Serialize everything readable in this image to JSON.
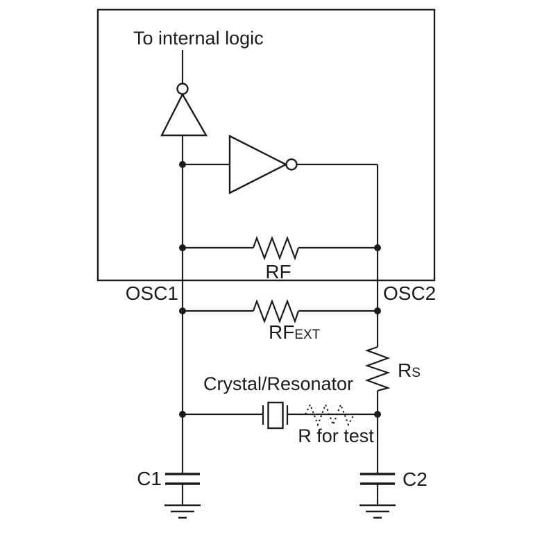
{
  "diagram": {
    "labels": {
      "to_internal_logic": "To internal logic",
      "osc1": "OSC1",
      "osc2": "OSC2",
      "rf": "RF",
      "rfext_main": "RF",
      "rfext_sub": "EXT",
      "rs_main": "R",
      "rs_sub": "S",
      "crystal": "Crystal/Resonator",
      "r_for_test": "R for test",
      "c1": "C1",
      "c2": "C2"
    },
    "colors": {
      "line": "#1b1b1b",
      "text": "#1b1b1b",
      "background": "#ffffff"
    }
  }
}
